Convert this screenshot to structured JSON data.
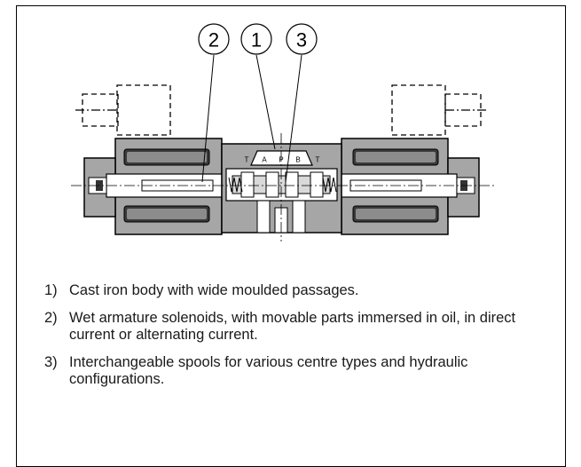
{
  "callouts": [
    "2",
    "1",
    "3"
  ],
  "ports": {
    "t_left": "T",
    "a": "A",
    "p": "P",
    "b": "B",
    "t_right": "T"
  },
  "notes": [
    {
      "number": "1)",
      "text": "Cast iron body with wide moulded passages."
    },
    {
      "number": "2)",
      "text": "Wet armature solenoids, with movable parts immersed in oil, in direct current or alternating current."
    },
    {
      "number": "3)",
      "text": "Interchangeable spools for various centre types and hydraulic configurations."
    }
  ],
  "colors": {
    "body_gray": "#a6a6a6",
    "solenoid_gray": "#9e9e9e",
    "line": "#000000"
  }
}
